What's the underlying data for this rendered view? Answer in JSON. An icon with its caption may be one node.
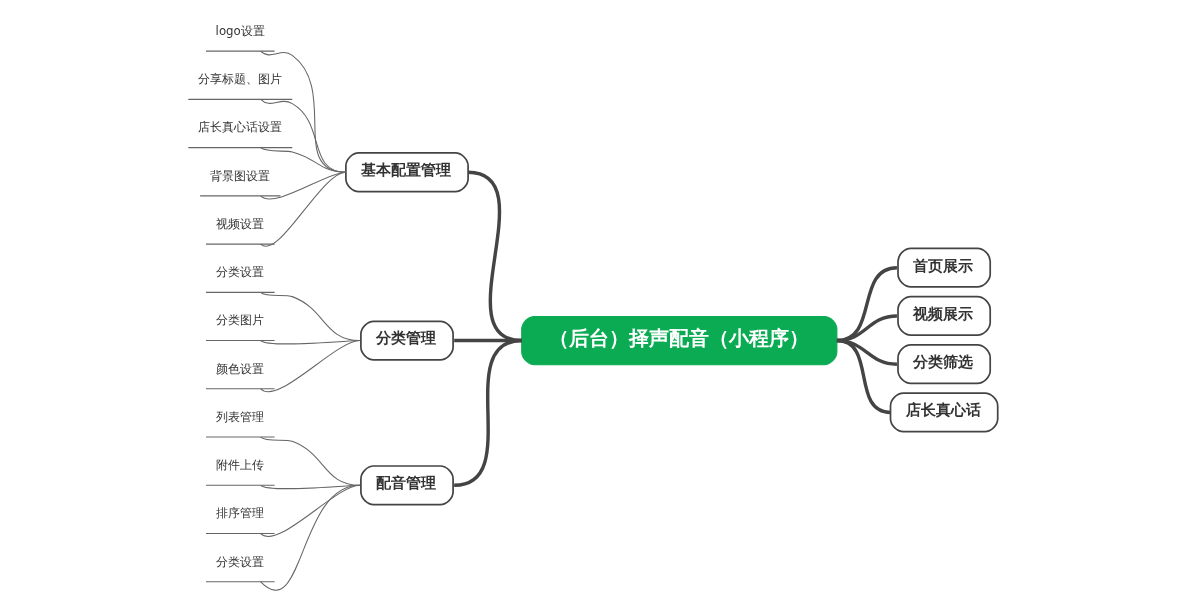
{
  "diagram": {
    "nodes": [
      {
        "text": [
          "（后台）择声配音（小程序）"
        ]
      },
      {
        "text": [
          "基本配置管理"
        ]
      },
      {
        "text": [
          "logo设置"
        ]
      },
      {
        "text": [
          "分享标题、图片"
        ]
      },
      {
        "text": [
          "店长真心话设置"
        ]
      },
      {
        "text": [
          "背景图设置"
        ]
      },
      {
        "text": [
          "视频设置"
        ]
      },
      {
        "text": [
          "分类管理"
        ]
      },
      {
        "text": [
          "分类设置"
        ]
      },
      {
        "text": [
          "分类图片"
        ]
      },
      {
        "text": [
          "颜色设置"
        ]
      },
      {
        "text": [
          "配音管理"
        ]
      },
      {
        "text": [
          "列表管理"
        ]
      },
      {
        "text": [
          "附件上传"
        ]
      },
      {
        "text": [
          "排序管理"
        ]
      },
      {
        "text": [
          "分类设置"
        ]
      },
      {
        "text": [
          "首页展示"
        ]
      },
      {
        "text": [
          "视频展示"
        ]
      },
      {
        "text": [
          "分类筛选"
        ]
      },
      {
        "text": [
          "店长真心话"
        ]
      }
    ],
    "edges": [
      {
        "from": 1,
        "to": 0,
        "arrow": "none",
        "style": "thick"
      },
      {
        "from": 2,
        "to": 1,
        "arrow": "none"
      },
      {
        "from": 3,
        "to": 1,
        "arrow": "none"
      },
      {
        "from": 4,
        "to": 1,
        "arrow": "none"
      },
      {
        "from": 5,
        "to": 1,
        "arrow": "none"
      },
      {
        "from": 6,
        "to": 1,
        "arrow": "none"
      },
      {
        "from": 7,
        "to": 0,
        "arrow": "none",
        "style": "thick"
      },
      {
        "from": 8,
        "to": 7,
        "arrow": "none"
      },
      {
        "from": 9,
        "to": 7,
        "arrow": "none"
      },
      {
        "from": 10,
        "to": 7,
        "arrow": "none"
      },
      {
        "from": 11,
        "to": 0,
        "arrow": "none",
        "style": "thick"
      },
      {
        "from": 12,
        "to": 11,
        "arrow": "none"
      },
      {
        "from": 13,
        "to": 11,
        "arrow": "none"
      },
      {
        "from": 14,
        "to": 11,
        "arrow": "none"
      },
      {
        "from": 15,
        "to": 11,
        "arrow": "none"
      },
      {
        "from": 0,
        "to": 16,
        "arrow": "none",
        "style": "thick"
      },
      {
        "from": 0,
        "to": 17,
        "arrow": "none",
        "style": "thick"
      },
      {
        "from": 0,
        "to": 18,
        "arrow": "none",
        "style": "thick"
      },
      {
        "from": 0,
        "to": 19,
        "arrow": "none",
        "style": "thick"
      }
    ]
  }
}
